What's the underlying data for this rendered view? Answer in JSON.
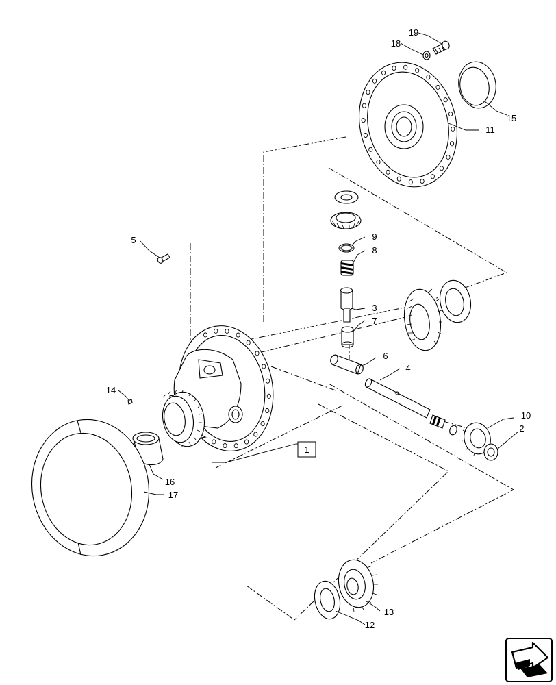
{
  "callouts": {
    "c1": "1",
    "c2": "2",
    "c3": "3",
    "c4": "4",
    "c5": "5",
    "c6": "6",
    "c7": "7",
    "c8": "8",
    "c9": "9",
    "c10": "10",
    "c11": "11",
    "c12": "12",
    "c13": "13",
    "c14": "14",
    "c15": "15",
    "c16": "16",
    "c17": "17",
    "c18": "18",
    "c19": "19"
  },
  "icons": {
    "nav": "next-page-arrow-icon"
  }
}
